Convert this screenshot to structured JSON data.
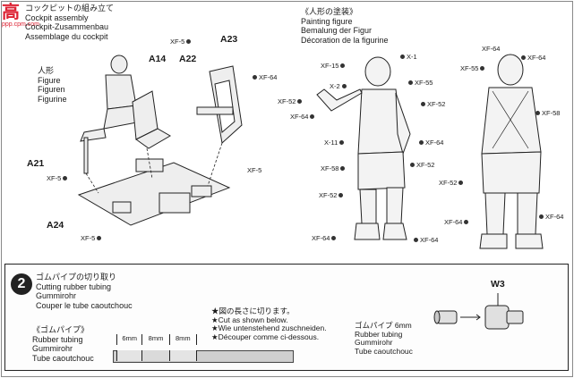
{
  "watermark": {
    "logo": "高",
    "sub": "ppp.cpm.com"
  },
  "cockpit": {
    "title_jp": "コックピットの組み立て",
    "title_en": "Cockpit assembly",
    "title_de": "Cockpit-Zusammenbau",
    "title_fr": "Assemblage du cockpit",
    "figure_jp": "人形",
    "figure_en": "Figure",
    "figure_de": "Figuren",
    "figure_fr": "Figurine",
    "parts": {
      "a14": "A14",
      "a22": "A22",
      "a23": "A23",
      "a21": "A21",
      "a24": "A24"
    },
    "paints": {
      "xf5_top": "XF-5",
      "xf64": "XF-64",
      "xf5_right": "XF-5",
      "xf5_a21": "XF-5",
      "xf5_bottom": "XF-5"
    }
  },
  "painting": {
    "title_jp": "《人形の塗装》",
    "title_en": "Painting figure",
    "title_de": "Bemalung der Figur",
    "title_fr": "Décoration de la figurine",
    "front": [
      "X-1",
      "XF-15",
      "XF-55",
      "X-2",
      "XF-52",
      "XF-52",
      "XF-64",
      "X-11",
      "XF-64",
      "XF-52",
      "XF-58",
      "XF-52",
      "XF-64",
      "XF-64"
    ],
    "back": [
      "XF-64",
      "XF-64",
      "XF-55",
      "XF-58",
      "XF-52",
      "XF-64",
      "XF-64"
    ]
  },
  "step2": {
    "number": "2",
    "title_jp": "ゴムパイプの切り取り",
    "title_en": "Cutting rubber tubing",
    "title_de": "Gummirohr",
    "title_fr": "Couper le tube caoutchouc",
    "note_jp": "★図の長さに切ります。",
    "note_en": "★Cut as shown below.",
    "note_de": "★Wie untenstehend zuschneiden.",
    "note_fr": "★Découper comme ci-dessous.",
    "tube_jp": "《ゴムパイプ》",
    "tube_en": "Rubber tubing",
    "tube_de": "Gummirohr",
    "tube_fr": "Tube caoutchouc",
    "cuts": [
      "6mm",
      "8mm",
      "8mm"
    ],
    "w3": "W3",
    "detail_jp": "ゴムパイプ 6mm",
    "detail_en": "Rubber tubing",
    "detail_de": "Gummirohr",
    "detail_fr": "Tube caoutchouc"
  }
}
